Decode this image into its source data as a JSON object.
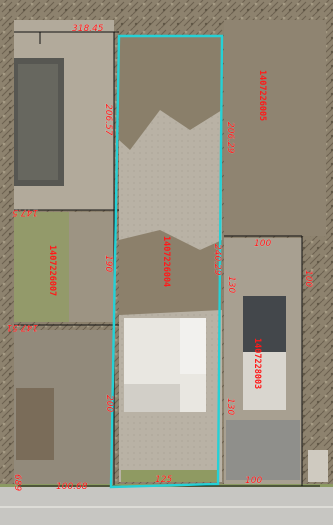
{
  "map": {
    "parcels": [
      {
        "id": "1407226004"
      },
      {
        "id": "1407226007"
      },
      {
        "id": "1407228003"
      },
      {
        "id": "1407226005"
      }
    ],
    "dimensions": {
      "top_frontage": "318.45",
      "subject_left": "206.57",
      "subject_right": "206.29",
      "upper_left_lot": "147.5",
      "mid_left_side": "190",
      "middle_left_lot": "147.51",
      "lower_left_side": "200",
      "subject_lower_right": "240.29",
      "right_side_upper": "130",
      "right_side_lower": "130",
      "right_lot_top": "100",
      "right_lot_edge": "100",
      "subject_bottom_label": "125",
      "bottom_left_frontage": "100.68",
      "bottom_right_frontage": "100",
      "far_left_bottom": "689"
    },
    "colors": {
      "subject_outline": "#25d1d6",
      "parcel_lines": "#111111",
      "dimension_text": "#ff1a1a",
      "road": "#c7c6c2",
      "vegetation": "#8a7c66"
    }
  }
}
